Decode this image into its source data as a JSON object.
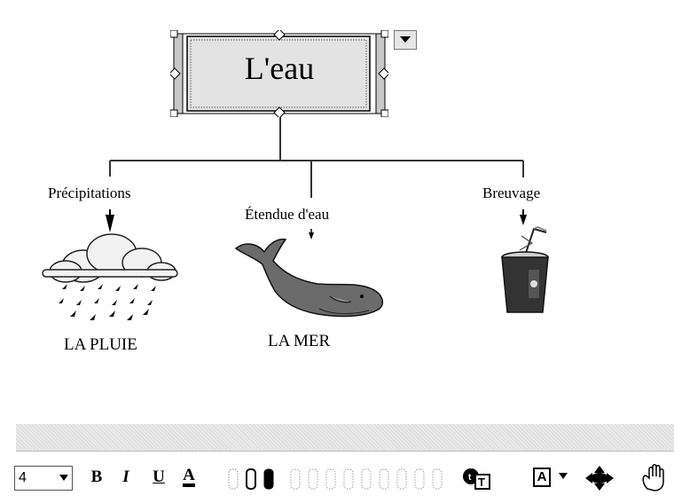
{
  "diagram": {
    "root": {
      "title": "L'eau"
    },
    "branches": [
      {
        "link_label": "Précipitations",
        "caption": "LA PLUIE",
        "icon": "rain-cloud-icon"
      },
      {
        "link_label": "Étendue d'eau",
        "caption": "LA MER",
        "icon": "whale-icon"
      },
      {
        "link_label": "Breuvage",
        "caption": "",
        "icon": "drink-cup-icon"
      }
    ]
  },
  "toolbar": {
    "font_size_value": "4",
    "bold_label": "B",
    "italic_label": "I",
    "underline_label": "U",
    "text_color_label": "A",
    "frame_label": "A"
  },
  "colors": {
    "root_fill": "#e3e3e3",
    "selection_frame": "#c8c8c8",
    "line": "#333333",
    "status_strip": "#e9e9e9"
  }
}
